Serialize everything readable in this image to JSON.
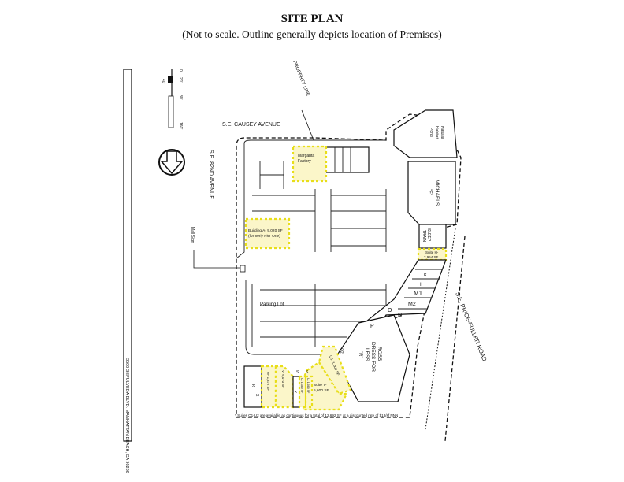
{
  "header": {
    "title": "SITE PLAN",
    "subtitle": "(Not to scale. Outline generally depicts location of Premises)"
  },
  "address_bar": "3500 SEPULVEDA BLVD. MANHATTAN BEACH, CA 90266",
  "scale_bar": {
    "ticks": [
      "0",
      "20'",
      "40'",
      "80'",
      "160'"
    ]
  },
  "streets": {
    "causey": "S.E. CAUSEY AVENUE",
    "82nd": "S.E. 82ND AVENUE",
    "price_fuller": "S.E. PRICE-FULLER ROAD",
    "property_line": "PROPERTY LINE"
  },
  "labels": {
    "mall_sign": "Mall Sign",
    "parking_lot": "Parking Lot",
    "pond": [
      "Natural",
      "Habitat",
      "Pond"
    ]
  },
  "buildings": {
    "margarita": [
      "Margarita",
      "Factory"
    ],
    "building_a": [
      "Building A- 9,020 SF",
      "(formerly Pier One)"
    ],
    "michaels": [
      "MICHAELS",
      "\"F\""
    ],
    "sleep_train": [
      "SLEEP",
      "TRAIN"
    ],
    "suite_h": [
      "Suite H-",
      "2,954 SF"
    ],
    "units": [
      "K",
      "I",
      "M1",
      "M2",
      "N",
      "O",
      "P"
    ],
    "ross": [
      "ROSS",
      "DRESS FOR",
      "LESS",
      "\"R\""
    ],
    "suite_t": [
      "Suite T-",
      "5,600 SF"
    ],
    "q1": "Q1- 1,000 SF",
    "q2": "Q2",
    "u1": "U- 1,080 SF",
    "u2": "U- 1,380 SF",
    "v": "V- 6,070 SF",
    "w": "W- 1,372 SF",
    "x": "X",
    "y": "Y",
    "small": [
      "S",
      "S"
    ]
  },
  "footnote": "* Suites Q1-U2 are available as contiguous for a total of 12,692 SF at a discounted rate of $18/sf NNN",
  "colors": {
    "premises_fill": "#fbf6c9",
    "premises_outline": "#e8de1a"
  }
}
